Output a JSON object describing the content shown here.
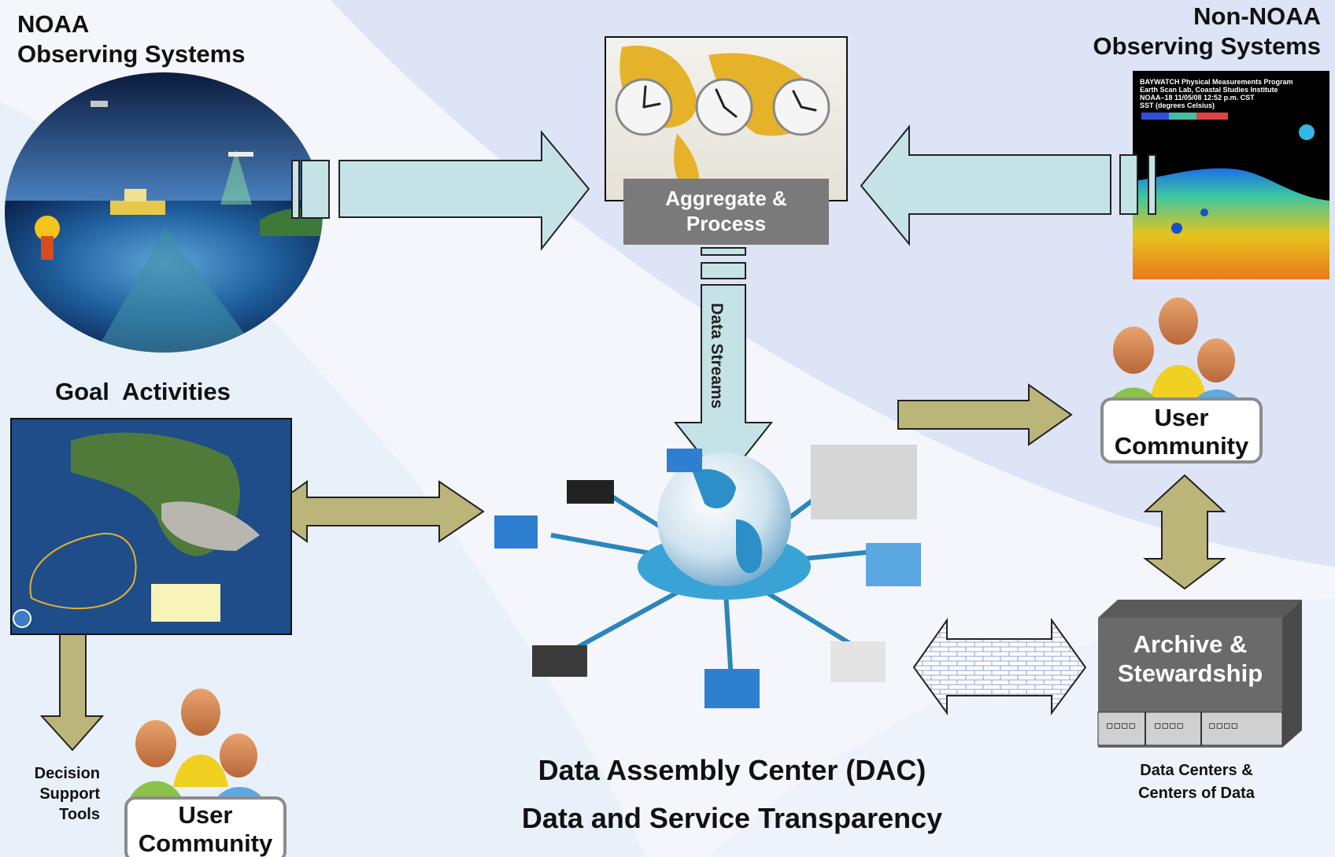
{
  "titles": {
    "noaa_line1": "NOAA",
    "noaa_line2": "Observing Systems",
    "non_noaa_line1": "Non-NOAA",
    "non_noaa_line2": "Observing Systems",
    "goal_activities": "Goal  Activities"
  },
  "process": {
    "aggregate_line1": "Aggregate &",
    "aggregate_line2": "Process",
    "data_streams": "Data Streams"
  },
  "users": {
    "right_line1": "User",
    "right_line2": "Community",
    "left_line1": "User",
    "left_line2": "Community"
  },
  "decision_support": {
    "line1": "Decision",
    "line2": "Support",
    "line3": "Tools"
  },
  "archive": {
    "line1": "Archive &",
    "line2": "Stewardship",
    "slot1": "▫▫▫▫",
    "slot2": "▫▫▫▫",
    "slot3": "▫▫▫▫"
  },
  "data_centers": {
    "line1": "Data Centers &",
    "line2": "Centers of Data"
  },
  "dac": {
    "line1": "Data Assembly Center (DAC)",
    "line2": "Data and Service Transparency"
  },
  "sst_panel": {
    "line1": "BAYWATCH Physical Measurements Program",
    "line2": "Earth Scan Lab, Coastal Studies Institute",
    "line3": "NOAA–18 11/05/08 12:52 p.m. CST",
    "line4": "SST (degrees Celsius)"
  },
  "colors": {
    "light_blue_arrow": "#c5e3e6",
    "olive_arrow": "#bcb57a",
    "gray_box": "#7a7a7a",
    "archive_box": "#6a6a6a",
    "background_swoosh": "#dde4f4"
  }
}
